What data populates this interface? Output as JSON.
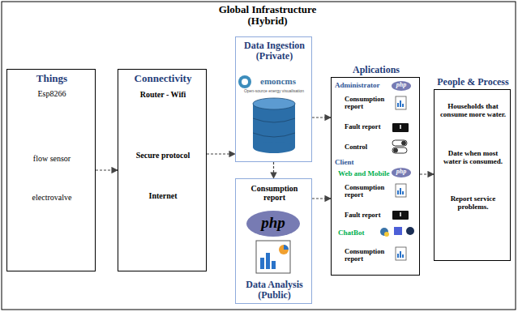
{
  "diagram": {
    "title": "Global Infrastructure (Hybrid)",
    "nodes": [
      {
        "text": [
          "Things",
          "Esp8266",
          "flow sensor",
          "electrovalve"
        ]
      },
      {
        "text": [
          "Connectivity",
          "Router - Wifi",
          "Secure protocol",
          "Internet"
        ]
      },
      {
        "text": [
          "Data Ingestion (Private)"
        ]
      },
      {
        "text": [
          "Consumption report",
          "Data Analysis (Public)"
        ]
      },
      {
        "text": [
          "Aplications",
          "Administrator",
          "Consumption report",
          "Fault report",
          "Control",
          "Client",
          "Web and Mobile",
          "Consumption report",
          "Fault report",
          "ChatBot",
          "Consumption report"
        ]
      },
      {
        "text": [
          "People & Process",
          "Households that consume more water.",
          "Date when most water is consumed.",
          "Report service problems."
        ]
      }
    ],
    "edges": [
      {
        "from": 0,
        "to": 1,
        "arrow": "to"
      },
      {
        "from": 1,
        "to": 2,
        "arrow": "to"
      },
      {
        "from": 2,
        "to": 3,
        "arrow": "to"
      },
      {
        "from": 2,
        "to": 4,
        "arrow": "to"
      },
      {
        "from": 3,
        "to": 4,
        "arrow": "to"
      },
      {
        "from": 4,
        "to": 5,
        "arrow": "to"
      }
    ],
    "labels": [
      "emoncms",
      "Open-source energy visualisation",
      "php",
      "php",
      "php"
    ]
  }
}
